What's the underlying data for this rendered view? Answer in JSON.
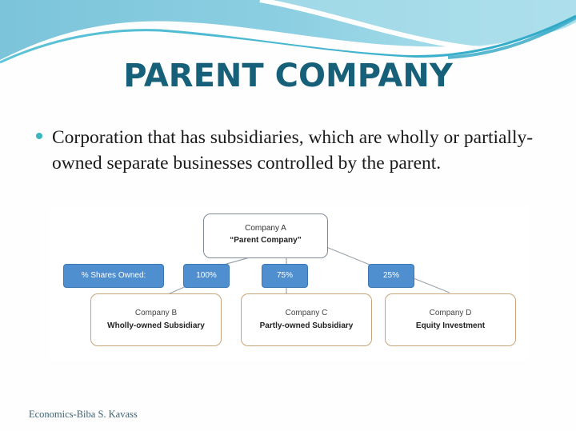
{
  "slide": {
    "title": "PARENT COMPANY",
    "bullets": [
      "Corporation that has subsidiaries, which are wholly or partially-owned separate businesses controlled by the parent."
    ],
    "footer": "Economics-Biba S. Kavass",
    "colors": {
      "title": "#17607a",
      "bullet": "#39b6bf",
      "pill_fill": "#4f8fcf",
      "child_border": "#c7a47c",
      "parent_border": "#7f8a96",
      "wave_light": "#a8dcea",
      "wave_dark": "#4fb3cf"
    }
  },
  "diagram": {
    "parent": {
      "name": "Company A",
      "role": "“Parent Company”"
    },
    "shares_label": "% Shares Owned:",
    "children": [
      {
        "name": "Company B",
        "role": "Wholly-owned Subsidiary",
        "share": "100%"
      },
      {
        "name": "Company C",
        "role": "Partly-owned Subsidiary",
        "share": "75%"
      },
      {
        "name": "Company D",
        "role": "Equity Investment",
        "share": "25%"
      }
    ]
  }
}
